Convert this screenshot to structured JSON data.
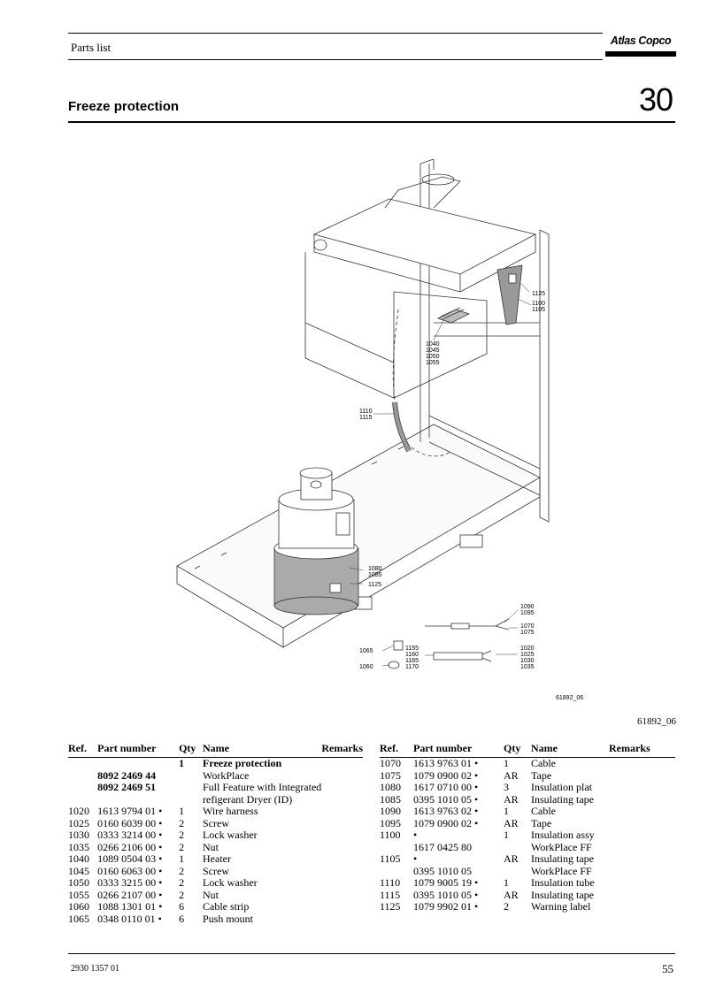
{
  "header": {
    "title": "Parts list",
    "logo_text": "Atlas Copco"
  },
  "section": {
    "title": "Freeze protection",
    "number": "30"
  },
  "figure": {
    "inner_id": "61892_06",
    "ref": "61892_06",
    "callouts": {
      "c1125a": "1125",
      "c1100": "1100",
      "c1105": "1105",
      "c1040": "1040",
      "c1045": "1045",
      "c1050": "1050",
      "c1055": "1055",
      "c1110": "1110",
      "c1115": "1115",
      "c1080": "1080",
      "c1085": "1085",
      "c1125b": "1125",
      "c1090": "1090",
      "c1095": "1095",
      "c1070": "1070",
      "c1075": "1075",
      "c1065": "1065",
      "c1060": "1060",
      "c1155": "1155",
      "c1160": "1160",
      "c1165": "1165",
      "c1170": "1170",
      "c1020": "1020",
      "c1025": "1025",
      "c1030": "1030",
      "c1035": "1035"
    }
  },
  "table": {
    "headers": {
      "ref": "Ref.",
      "part_number": "Part number",
      "qty": "Qty",
      "name": "Name",
      "remarks": "Remarks"
    },
    "left": [
      {
        "ref": "",
        "pn": "",
        "qty": "",
        "name": "",
        "remarks": ""
      },
      {
        "ref": "",
        "pn": "",
        "qty": "1",
        "name": "Freeze protection",
        "remarks": "",
        "bold_name": true
      },
      {
        "ref": "",
        "pn": "8092 2469 44",
        "qty": "",
        "name": "WorkPlace",
        "remarks": "",
        "bold_pn": true
      },
      {
        "ref": "",
        "pn": "8092 2469 51",
        "qty": "",
        "name": "Full Feature with Integrated",
        "remarks": "",
        "bold_pn": true
      },
      {
        "ref": "",
        "pn": "",
        "qty": "",
        "name": "refigerant Dryer (ID)",
        "remarks": ""
      },
      {
        "ref": "1020",
        "pn": "1613 9794 01 •",
        "qty": "1",
        "name": "Wire harness",
        "remarks": ""
      },
      {
        "ref": "1025",
        "pn": "0160 6039 00 •",
        "qty": "2",
        "name": "Screw",
        "remarks": ""
      },
      {
        "ref": "1030",
        "pn": "0333 3214 00 •",
        "qty": "2",
        "name": "Lock washer",
        "remarks": ""
      },
      {
        "ref": "1035",
        "pn": "0266 2106 00 •",
        "qty": "2",
        "name": "Nut",
        "remarks": ""
      },
      {
        "ref": "1040",
        "pn": "1089 0504 03 •",
        "qty": "1",
        "name": "Heater",
        "remarks": ""
      },
      {
        "ref": "1045",
        "pn": "0160 6063 00 •",
        "qty": "2",
        "name": "Screw",
        "remarks": ""
      },
      {
        "ref": "1050",
        "pn": "0333 3215 00 •",
        "qty": "2",
        "name": "Lock washer",
        "remarks": ""
      },
      {
        "ref": "1055",
        "pn": "0266 2107 00 •",
        "qty": "2",
        "name": "Nut",
        "remarks": ""
      },
      {
        "ref": "1060",
        "pn": "1088 1301 01 •",
        "qty": "6",
        "name": "Cable strip",
        "remarks": ""
      },
      {
        "ref": "1065",
        "pn": "0348 0110 01 •",
        "qty": "6",
        "name": "Push mount",
        "remarks": ""
      }
    ],
    "right": [
      {
        "ref": "",
        "pn": "",
        "qty": "",
        "name": "",
        "remarks": ""
      },
      {
        "ref": "1070",
        "pn": "1613 9763 01 •",
        "qty": "1",
        "name": "Cable",
        "remarks": ""
      },
      {
        "ref": "1075",
        "pn": "1079 0900 02 •",
        "qty": "AR",
        "name": "Tape",
        "remarks": ""
      },
      {
        "ref": "1080",
        "pn": "1617 0710 00 •",
        "qty": "3",
        "name": "Insulation plat",
        "remarks": ""
      },
      {
        "ref": "1085",
        "pn": "0395 1010 05 •",
        "qty": "AR",
        "name": "Insulating tape",
        "remarks": ""
      },
      {
        "ref": "1090",
        "pn": "1613 9763 02 •",
        "qty": "1",
        "name": "Cable",
        "remarks": ""
      },
      {
        "ref": "1095",
        "pn": "1079 0900 02 •",
        "qty": "AR",
        "name": "Tape",
        "remarks": ""
      },
      {
        "ref": "1100",
        "pn": "•",
        "qty": "1",
        "name": "Insulation assy",
        "remarks": ""
      },
      {
        "ref": "",
        "pn": "1617 0425 80",
        "qty": "",
        "name": "WorkPlace FF",
        "remarks": ""
      },
      {
        "ref": "1105",
        "pn": "•",
        "qty": "AR",
        "name": "Insulating tape",
        "remarks": ""
      },
      {
        "ref": "",
        "pn": "0395 1010 05",
        "qty": "",
        "name": "WorkPlace FF",
        "remarks": ""
      },
      {
        "ref": "1110",
        "pn": "1079 9005 19 •",
        "qty": "1",
        "name": "Insulation tube",
        "remarks": ""
      },
      {
        "ref": "1115",
        "pn": "0395 1010 05 •",
        "qty": "AR",
        "name": "Insulating tape",
        "remarks": ""
      },
      {
        "ref": "1125",
        "pn": "1079 9902 01 •",
        "qty": "2",
        "name": "Warning label",
        "remarks": ""
      }
    ]
  },
  "footer": {
    "doc_code": "2930 1357 01",
    "page": "55"
  }
}
